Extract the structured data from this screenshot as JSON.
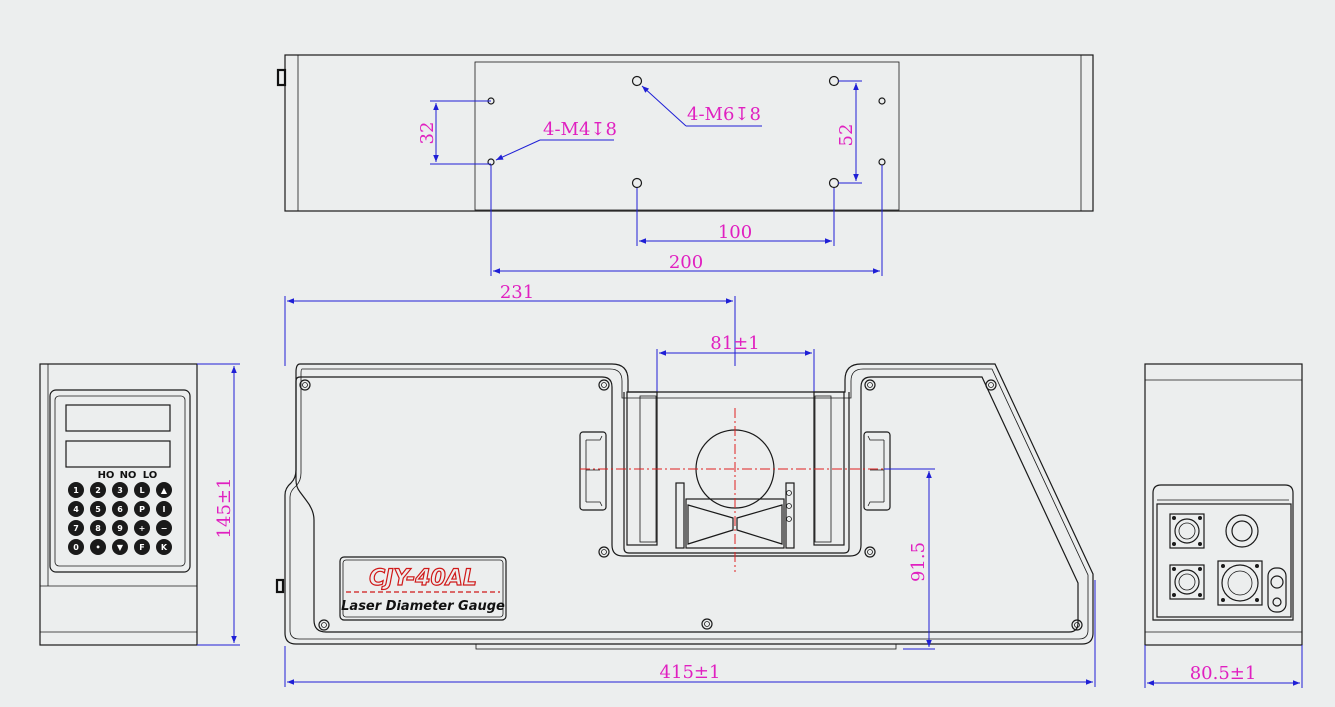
{
  "colors": {
    "background": "#eceeee",
    "outline": "#1a1a1a",
    "dimension_line": "#1f1fd6",
    "dimension_text": "#e020c0",
    "center_line": "#e02020",
    "logo_red": "#d01818"
  },
  "top_view": {
    "dims": {
      "d32": "32",
      "m4": "4-M4↧8",
      "m6": "4-M6↧8",
      "d52": "52",
      "d100": "100",
      "d200": "200"
    }
  },
  "front_view": {
    "dims": {
      "d231": "231",
      "d81": "81±1",
      "d91": "91.5",
      "d415": "415±1"
    },
    "logo": {
      "model": "CJY-40AL",
      "subtitle": "Laser Diameter Gauge"
    }
  },
  "left_view": {
    "dims": {
      "d145": "145±1"
    },
    "indicator_labels": [
      "HO",
      "NO",
      "LO"
    ],
    "keypad": [
      "1",
      "2",
      "3",
      "L",
      "▲",
      "4",
      "5",
      "6",
      "P",
      "I",
      "7",
      "8",
      "9",
      "+",
      "−",
      "0",
      "•",
      "▼",
      "F",
      "K"
    ]
  },
  "right_view": {
    "dims": {
      "d80": "80.5±1"
    }
  }
}
